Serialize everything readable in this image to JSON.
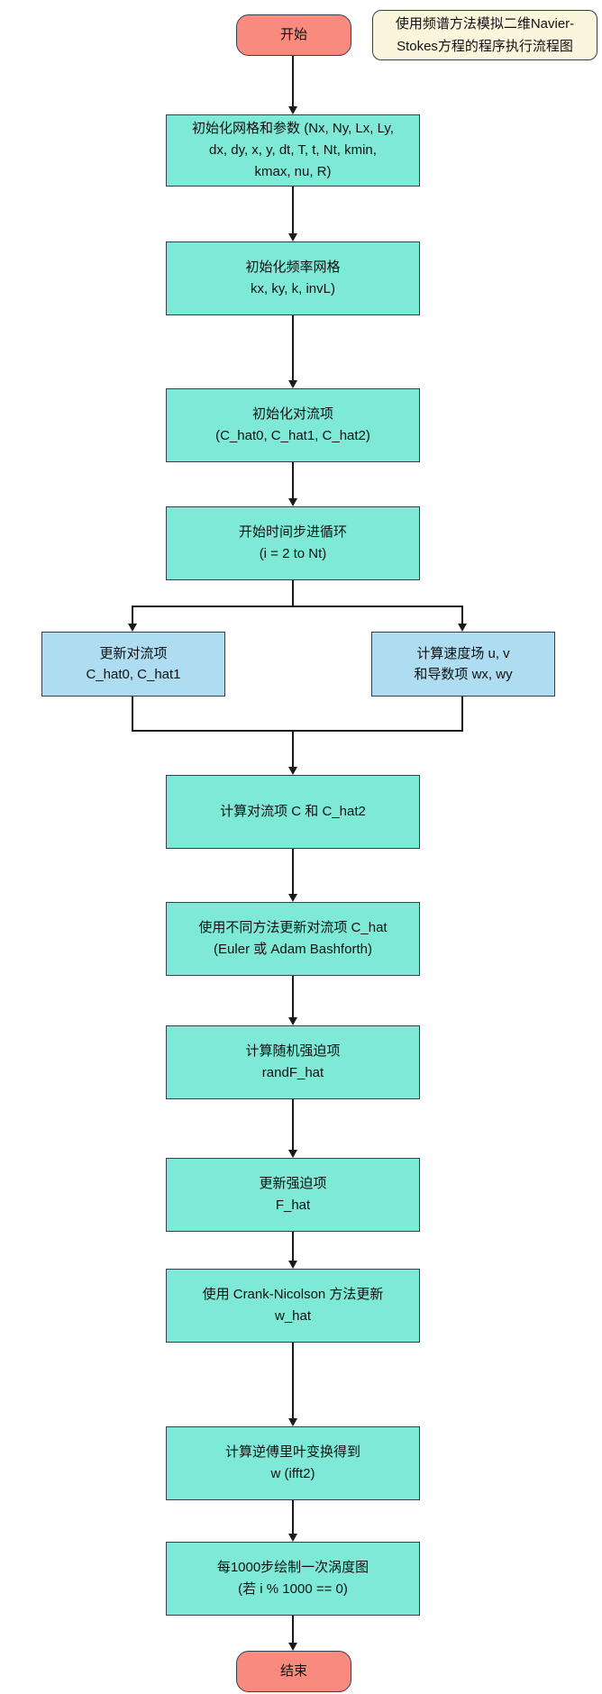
{
  "colors": {
    "process-fill": "#7ee9d6",
    "parallel-fill": "#aedcf0",
    "terminal-fill": "#f98b7e",
    "note-fill": "#fbf5dc",
    "border": "#333f55",
    "edge": "#1a1a1a",
    "text": "#111111",
    "background": "#ffffff"
  },
  "note": {
    "title": "使用频谱方法模拟二维Navier-Stokes方程的程序执行流程图",
    "lines": [
      "使用频谱方法模拟二维Navier-",
      "Stokes方程的程序执行流程图"
    ]
  },
  "nodes": {
    "start": {
      "lines": [
        "开始"
      ]
    },
    "init_grid": {
      "lines": [
        "初始化网格和参数 (Nx, Ny, Lx, Ly,",
        "dx, dy, x, y, dt, T, t, Nt, kmin,",
        "kmax, nu, R)"
      ]
    },
    "init_freq": {
      "lines": [
        "初始化频率网格",
        "kx, ky, k, invL)"
      ]
    },
    "init_conv": {
      "lines": [
        "初始化对流项",
        "(C_hat0, C_hat1, C_hat2)"
      ]
    },
    "time_loop": {
      "lines": [
        "开始时间步进循环",
        "(i = 2 to Nt)"
      ]
    },
    "update_conv": {
      "lines": [
        "更新对流项",
        "C_hat0, C_hat1"
      ]
    },
    "calc_velocity": {
      "lines": [
        "计算速度场 u, v",
        "和导数项 wx, wy"
      ]
    },
    "calc_conv": {
      "lines": [
        "计算对流项 C 和 C_hat2"
      ]
    },
    "update_chat": {
      "lines": [
        "使用不同方法更新对流项 C_hat",
        "(Euler 或 Adam Bashforth)"
      ]
    },
    "rand_force": {
      "lines": [
        "计算随机强迫项",
        "randF_hat"
      ]
    },
    "update_force": {
      "lines": [
        "更新强迫项",
        "F_hat"
      ]
    },
    "crank_nicolson": {
      "lines": [
        "使用 Crank-Nicolson 方法更新",
        "w_hat"
      ]
    },
    "ifft": {
      "lines": [
        "计算逆傅里叶变换得到",
        "w (ifft2)"
      ]
    },
    "plot": {
      "lines": [
        "每1000步绘制一次涡度图",
        "(若 i % 1000 == 0)"
      ]
    },
    "end": {
      "lines": [
        "结束"
      ]
    }
  }
}
